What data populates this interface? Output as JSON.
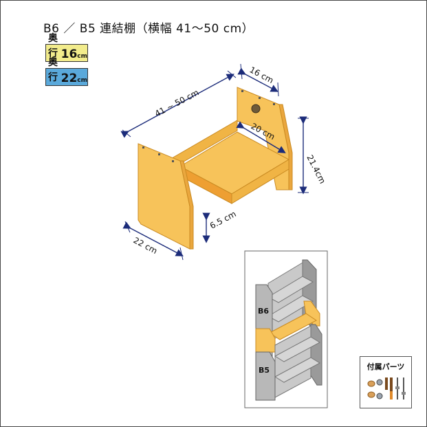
{
  "title": "B6 ／ B5 連結棚（横幅 41〜50 cm）",
  "badges": [
    {
      "prefix": "奥行",
      "number": "16",
      "unit": "cm",
      "color": "#f2ec8c"
    },
    {
      "prefix": "奥行",
      "number": "22",
      "unit": "cm",
      "color": "#5aa9db"
    }
  ],
  "dimensions": {
    "width": "41 ~ 50 cm",
    "top_depth": "16 cm",
    "inner_depth": "20 cm",
    "height": "21.4cm",
    "clearance": "6.5 cm",
    "bottom_depth": "22 cm"
  },
  "stack_labels": {
    "upper": "B6",
    "lower": "B5"
  },
  "parts": {
    "label": "付属パーツ"
  },
  "colors": {
    "wood": "#f7c35a",
    "wood_side": "#f0b445",
    "wood_edge": "#c98a22",
    "grey": "#b8b8b8",
    "dim_line": "#1c2c7a"
  }
}
